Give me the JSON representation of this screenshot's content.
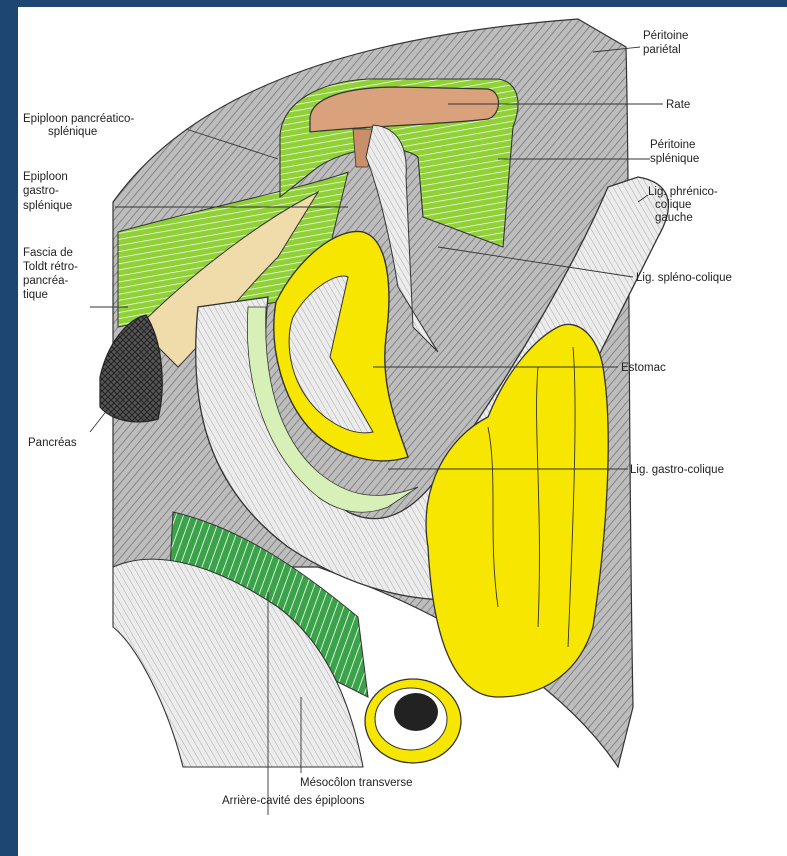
{
  "colors": {
    "frame": "#1e4672",
    "background": "#ffffff",
    "spleen": "#d9a27c",
    "peritoneum_green": "#8fd136",
    "stomach_yellow": "#f6e600",
    "dark_green": "#3aa34a",
    "pancreas_fascia": "#f0dcaa",
    "gray_wall": "#9a9a9a"
  },
  "labels": {
    "peritoine_parietal": [
      "Péritoine",
      "pariétal"
    ],
    "rate": "Rate",
    "epiploon_pancreatico": [
      "Epiploon pancréatico-",
      "splénique"
    ],
    "peritoine_splenique": [
      "Péritoine",
      "splénique"
    ],
    "epiploon_gastro": [
      "Epiploon",
      "gastro-",
      "splénique"
    ],
    "lig_phrenico": [
      "Lig. phrénico-",
      "colique",
      "gauche"
    ],
    "fascia_toldt": [
      "Fascia de",
      "Toldt rétro-",
      "pancréa-",
      "tique"
    ],
    "lig_spleno": "Lig. spléno-colique",
    "estomac": "Estomac",
    "pancreas": "Pancréas",
    "lig_gastro": "Lig. gastro-colique",
    "mesocolon": "Mésocôlon transverse",
    "arriere_cavite": "Arrière-cavité des épiploons"
  }
}
